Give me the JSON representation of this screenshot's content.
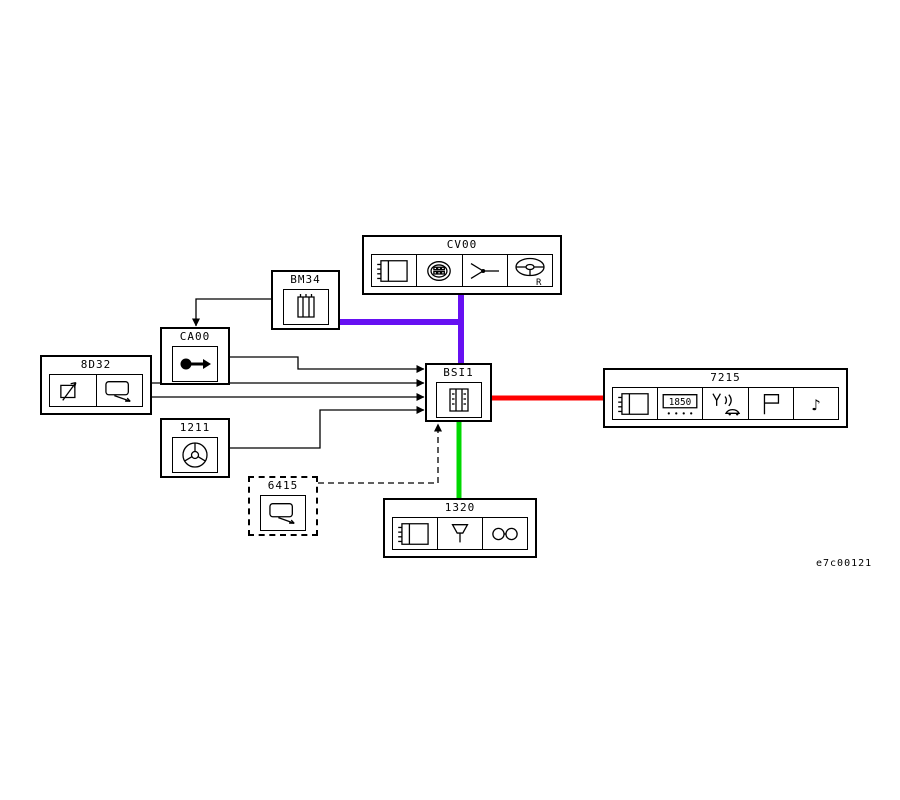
{
  "diagram": {
    "footer_code": "e7c00121",
    "colors": {
      "bus_purple": "#6610f2",
      "bus_red": "#ff0000",
      "bus_green": "#00d800",
      "wire": "#000000"
    },
    "nodes": {
      "cv00": {
        "label": "CV00",
        "wheel_letter": "R"
      },
      "bm34": {
        "label": "BM34"
      },
      "ca00": {
        "label": "CA00"
      },
      "8d32": {
        "label": "8D32"
      },
      "1211": {
        "label": "1211"
      },
      "6415": {
        "label": "6415"
      },
      "bsi1": {
        "label": "BSI1"
      },
      "7215": {
        "label": "7215",
        "display_value": "1850"
      },
      "1320": {
        "label": "1320"
      }
    },
    "icons": {
      "music_note": "♪"
    },
    "edges": [
      {
        "id": "bus-cv00-bsi1",
        "from": "CV00",
        "to": "BSI1",
        "style": "thick",
        "color_key": "bus_purple"
      },
      {
        "id": "bus-bm34-join",
        "from": "BM34",
        "to": "CV00-BSI1 bus",
        "style": "thick",
        "color_key": "bus_purple"
      },
      {
        "id": "bus-bsi1-7215",
        "from": "BSI1",
        "to": "7215",
        "style": "thick",
        "color_key": "bus_red"
      },
      {
        "id": "bus-bsi1-1320",
        "from": "BSI1",
        "to": "1320",
        "style": "thick",
        "color_key": "bus_green"
      },
      {
        "id": "wire-bm34-ca00",
        "from": "BM34",
        "to": "CA00",
        "style": "thin-arrow"
      },
      {
        "id": "wire-ca00-bsi1",
        "from": "CA00",
        "to": "BSI1",
        "style": "thin-arrow"
      },
      {
        "id": "wire-8d32-bsi1-a",
        "from": "8D32",
        "to": "BSI1",
        "style": "thin-arrow"
      },
      {
        "id": "wire-8d32-bsi1-b",
        "from": "8D32",
        "to": "BSI1",
        "style": "thin-arrow"
      },
      {
        "id": "wire-1211-bsi1",
        "from": "1211",
        "to": "BSI1",
        "style": "thin-arrow"
      },
      {
        "id": "wire-6415-bsi1",
        "from": "6415",
        "to": "BSI1",
        "style": "dashed-arrow"
      }
    ]
  }
}
